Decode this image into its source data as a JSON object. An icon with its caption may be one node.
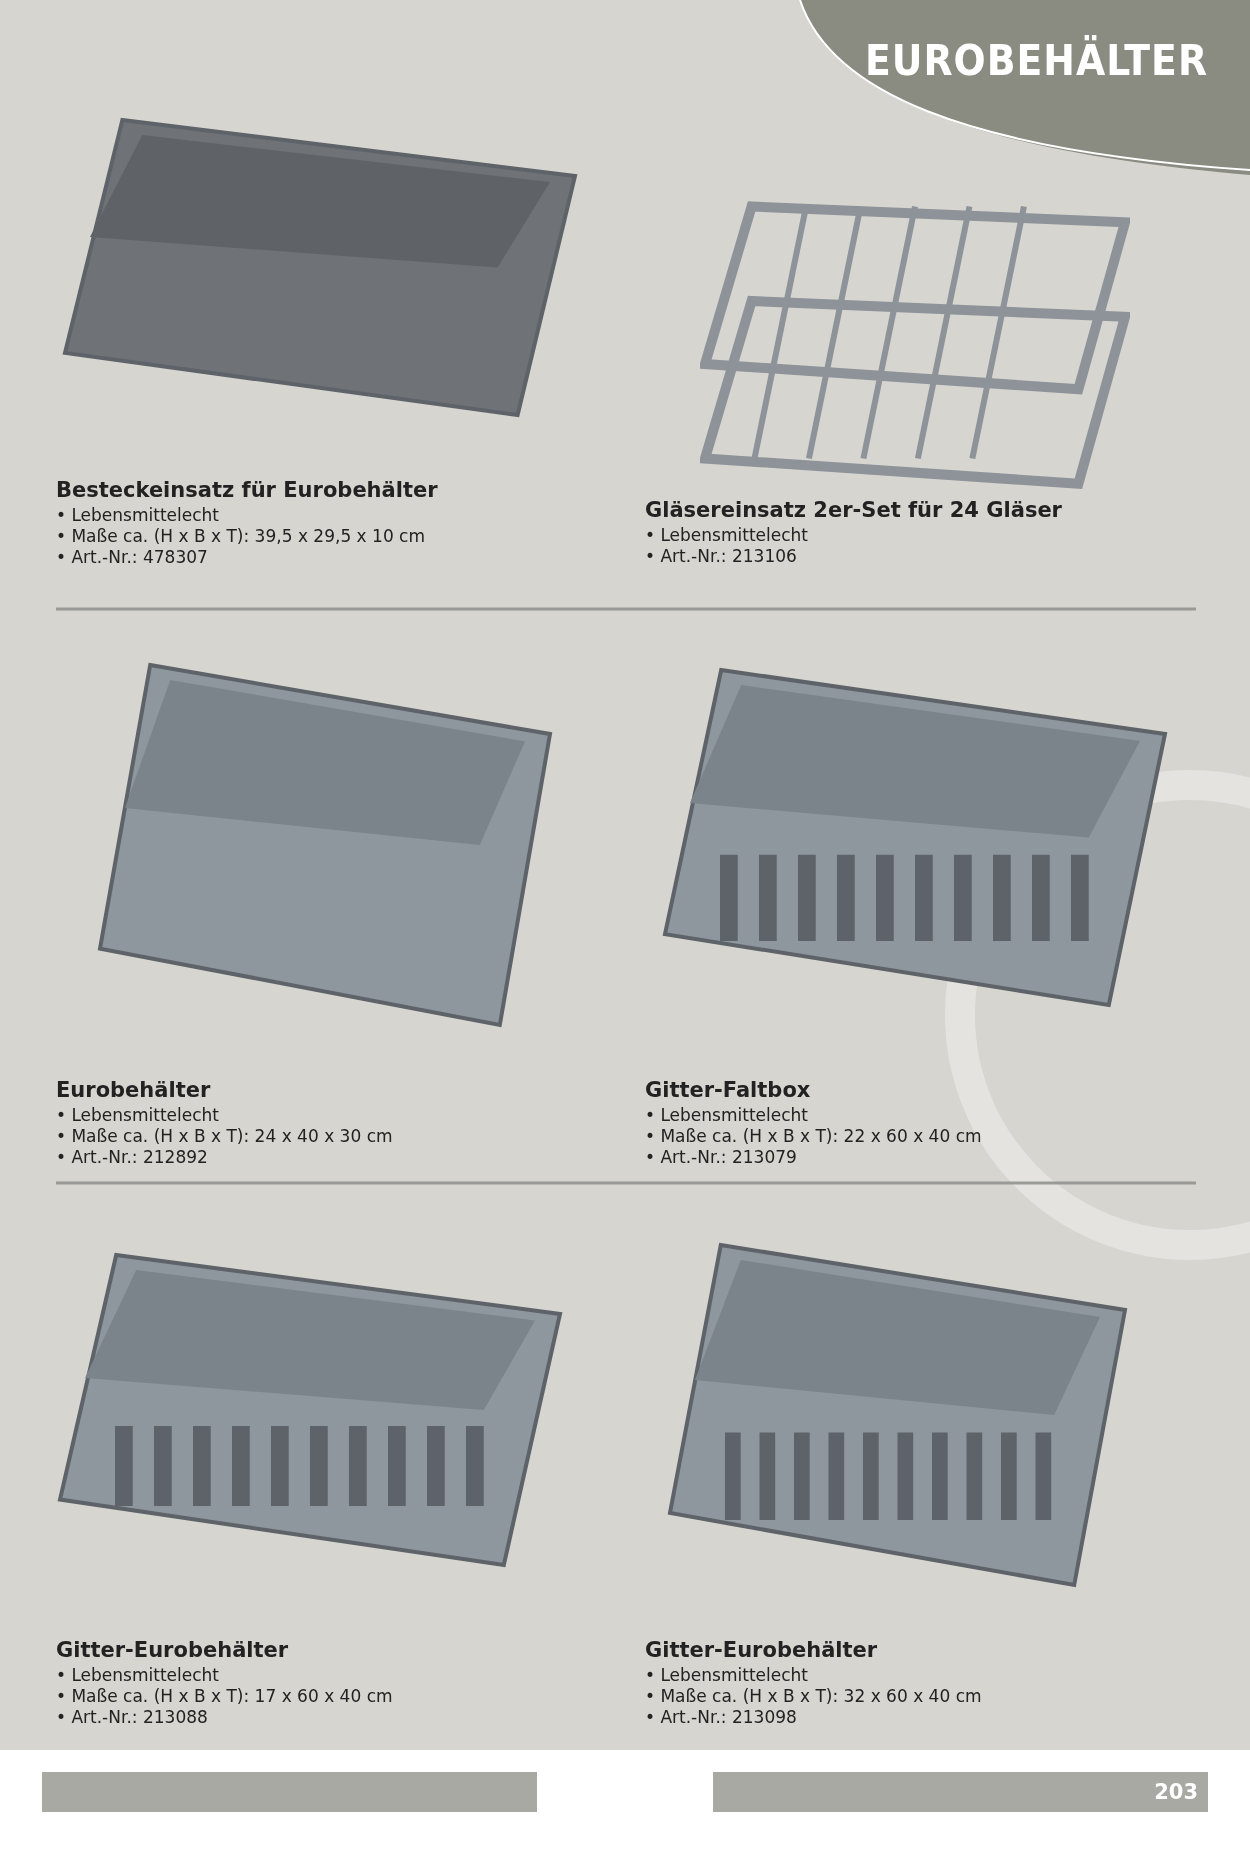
{
  "diagram": {
    "title": "EUROBEHÄLTER",
    "nodes": [
      {
        "text": [
          "Besteckeinsatz für Eurobehälter",
          "• Lebensmittelecht",
          "• Maße ca. (H x B x T): 39,5 x 29,5 x 10 cm",
          "• Art.-Nr.: 478307"
        ]
      },
      {
        "text": [
          "Gläsereinsatz 2er-Set für 24 Gläser",
          "• Lebensmittelecht",
          "• Art.-Nr.: 213106"
        ]
      },
      {
        "text": [
          "Eurobehälter",
          "• Lebensmittelecht",
          "• Maße ca. (H x B x T): 24 x 40 x 30 cm",
          "• Art.-Nr.: 212892"
        ]
      },
      {
        "text": [
          "Gitter-Faltbox",
          "• Lebensmittelecht",
          "• Maße ca. (H x B x T): 22 x 60 x 40 cm",
          "• Art.-Nr.: 213079"
        ]
      },
      {
        "text": [
          "Gitter-Eurobehälter",
          "• Lebensmittelecht",
          "• Maße ca. (H x B x T): 17 x 60 x 40 cm",
          "• Art.-Nr.: 213088"
        ]
      },
      {
        "text": [
          "Gitter-Eurobehälter",
          "• Lebensmittelecht",
          "• Maße ca. (H x B x T): 32 x 60 x 40 cm",
          "• Art.-Nr.: 213098"
        ]
      }
    ],
    "labels": [
      "203"
    ]
  }
}
